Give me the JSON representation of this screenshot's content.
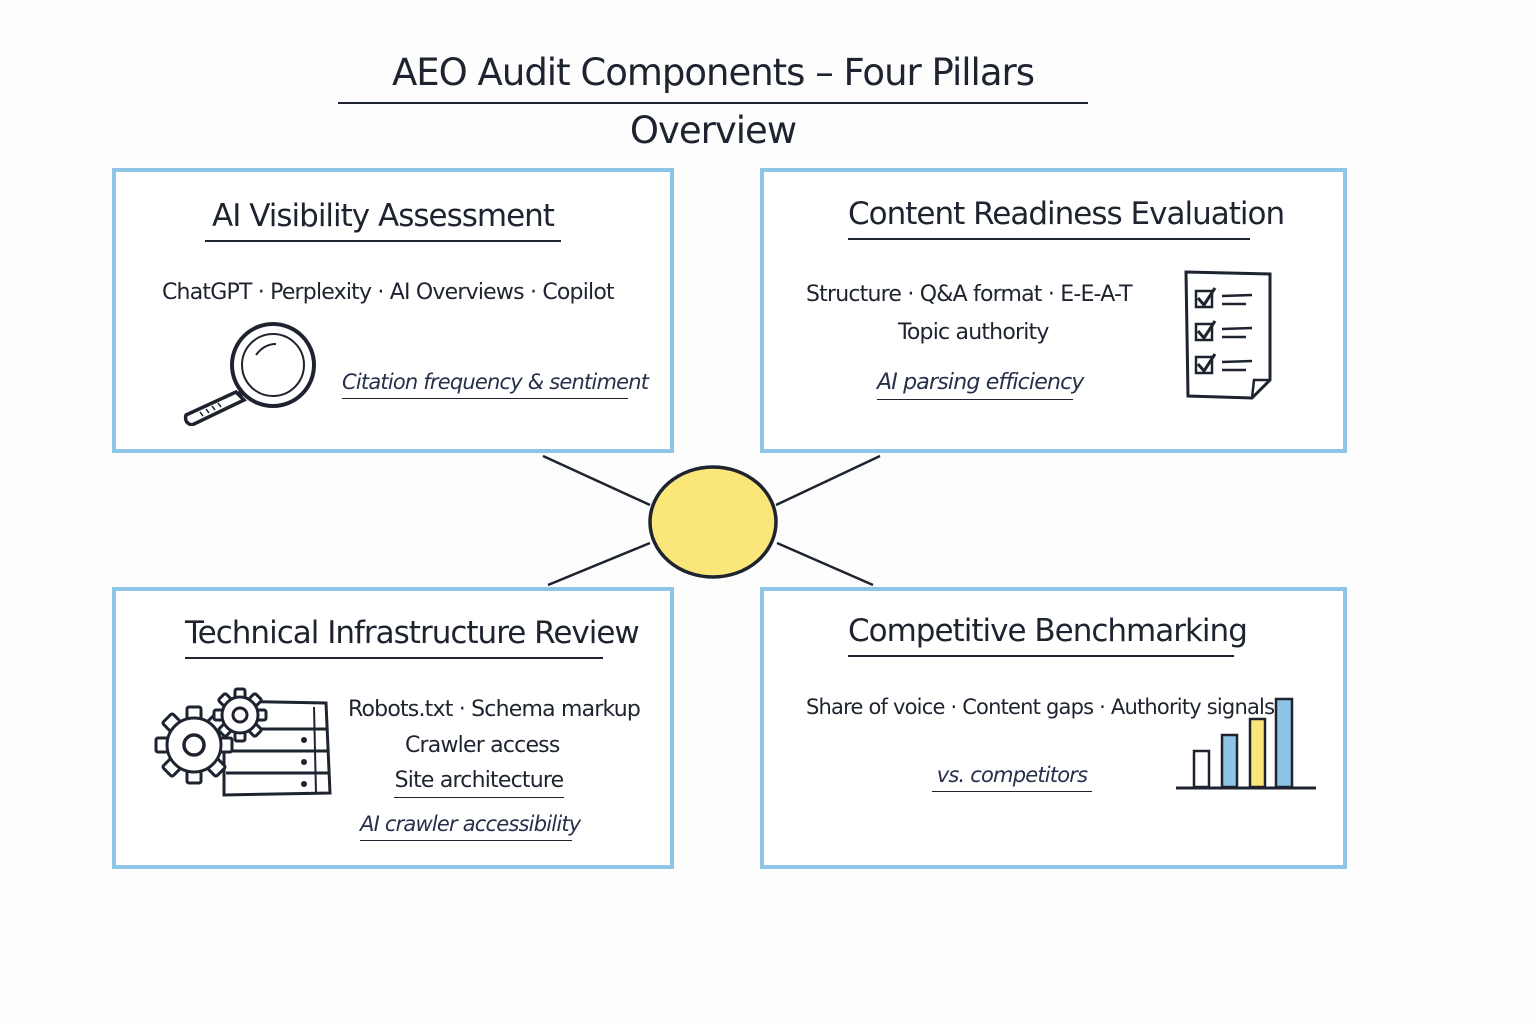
{
  "title": "AEO Audit Components – Four Pillars Overview",
  "colors": {
    "box_border": "#8ec5e6",
    "hub_fill": "#fbe67a",
    "ink": "#1e2330",
    "bar_blue": "#8ec5e6",
    "bar_yellow": "#fbe67a"
  },
  "pillars": {
    "visibility": {
      "title": "AI Visibility Assessment",
      "platforms": "ChatGPT · Perplexity · AI Overviews · Copilot",
      "metric": "Citation frequency & sentiment",
      "icon": "magnifying-glass-icon"
    },
    "content": {
      "title": "Content Readiness Evaluation",
      "factors_line1": "Structure · Q&A format · E-E-A-T",
      "factors_line2": "Topic authority",
      "metric": "AI parsing efficiency",
      "icon": "checklist-icon"
    },
    "technical": {
      "title": "Technical Infrastructure Review",
      "items_line1": "Robots.txt · Schema markup",
      "items_line2": "Crawler access",
      "items_line3": "Site architecture",
      "metric": "AI crawler accessibility",
      "icon": "gears-server-icon"
    },
    "competitive": {
      "title": "Competitive Benchmarking",
      "factors": "Share of voice · Content gaps · Authority signals",
      "metric": "vs. competitors",
      "icon": "bar-chart-icon"
    }
  }
}
